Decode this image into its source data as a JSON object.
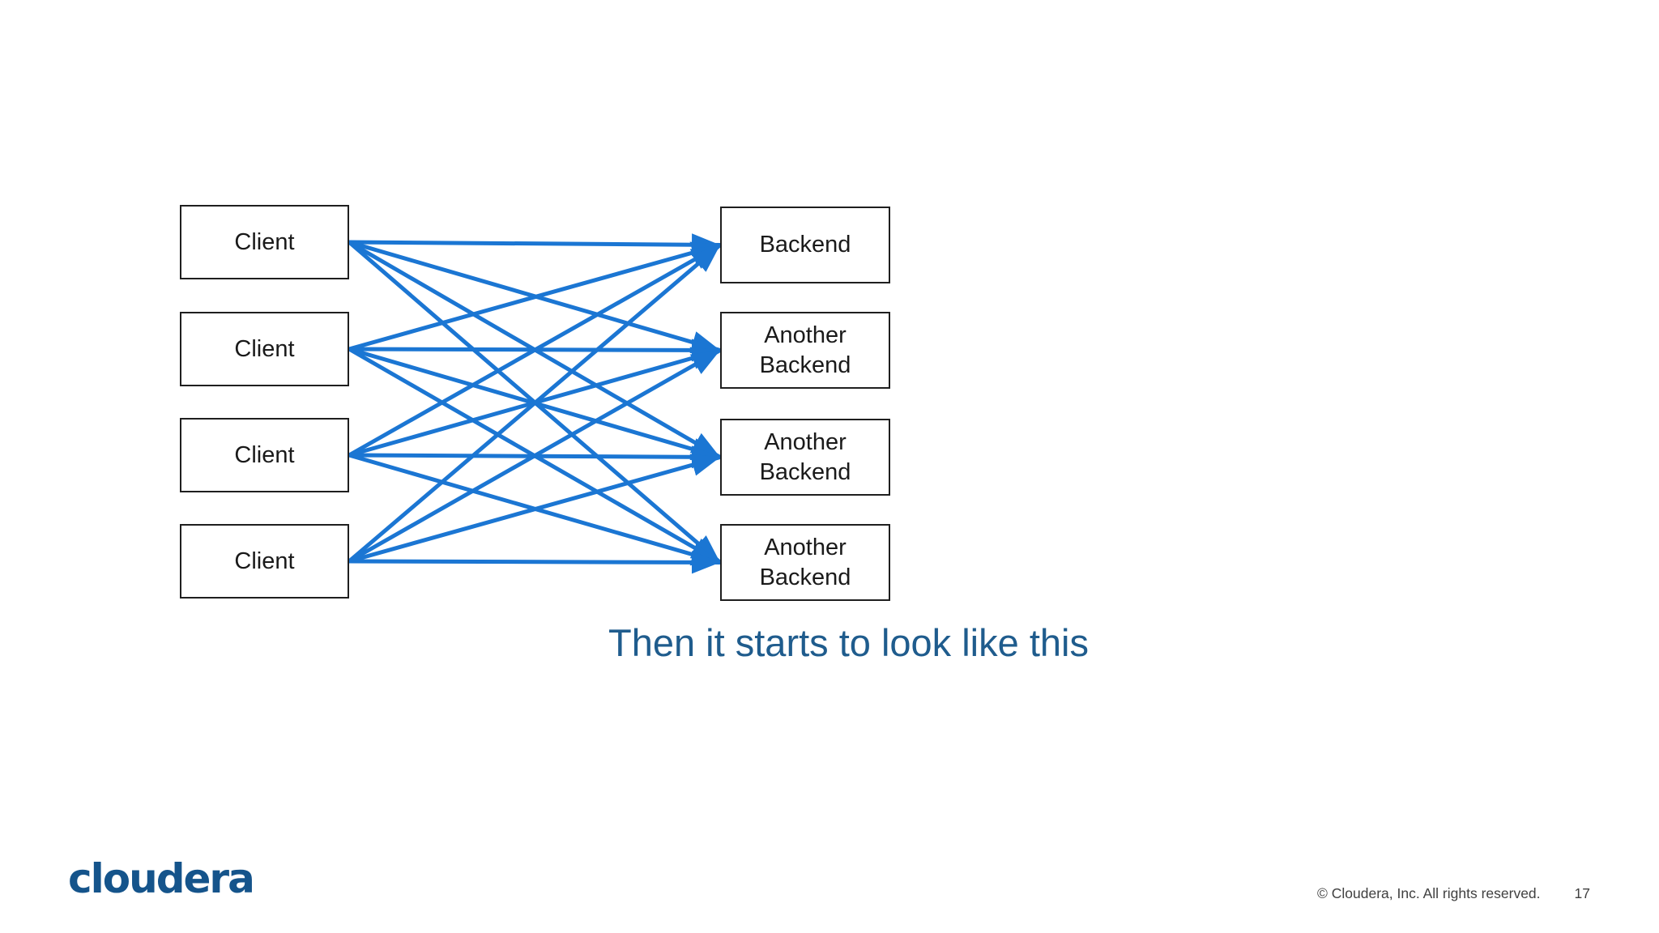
{
  "slide": {
    "background": "#ffffff"
  },
  "diagram": {
    "clients": [
      {
        "label": "Client"
      },
      {
        "label": "Client"
      },
      {
        "label": "Client"
      },
      {
        "label": "Client"
      }
    ],
    "backends": [
      {
        "label": "Backend"
      },
      {
        "label": "Another Backend"
      },
      {
        "label": "Another Backend"
      },
      {
        "label": "Another Backend"
      }
    ],
    "edges": [
      [
        0,
        0
      ],
      [
        0,
        1
      ],
      [
        0,
        2
      ],
      [
        0,
        3
      ],
      [
        1,
        0
      ],
      [
        1,
        1
      ],
      [
        1,
        2
      ],
      [
        1,
        3
      ],
      [
        2,
        0
      ],
      [
        2,
        1
      ],
      [
        2,
        2
      ],
      [
        2,
        3
      ],
      [
        3,
        0
      ],
      [
        3,
        1
      ],
      [
        3,
        2
      ],
      [
        3,
        3
      ]
    ],
    "arrow_color": "#1B76D3"
  },
  "caption": {
    "text": "Then it starts to look like this",
    "color": "#1F5C8D"
  },
  "footer": {
    "logo_text": "cloudera",
    "logo_color": "#15548B",
    "copyright": "© Cloudera, Inc. All rights reserved.",
    "page_number": "17",
    "text_color": "#404040"
  }
}
